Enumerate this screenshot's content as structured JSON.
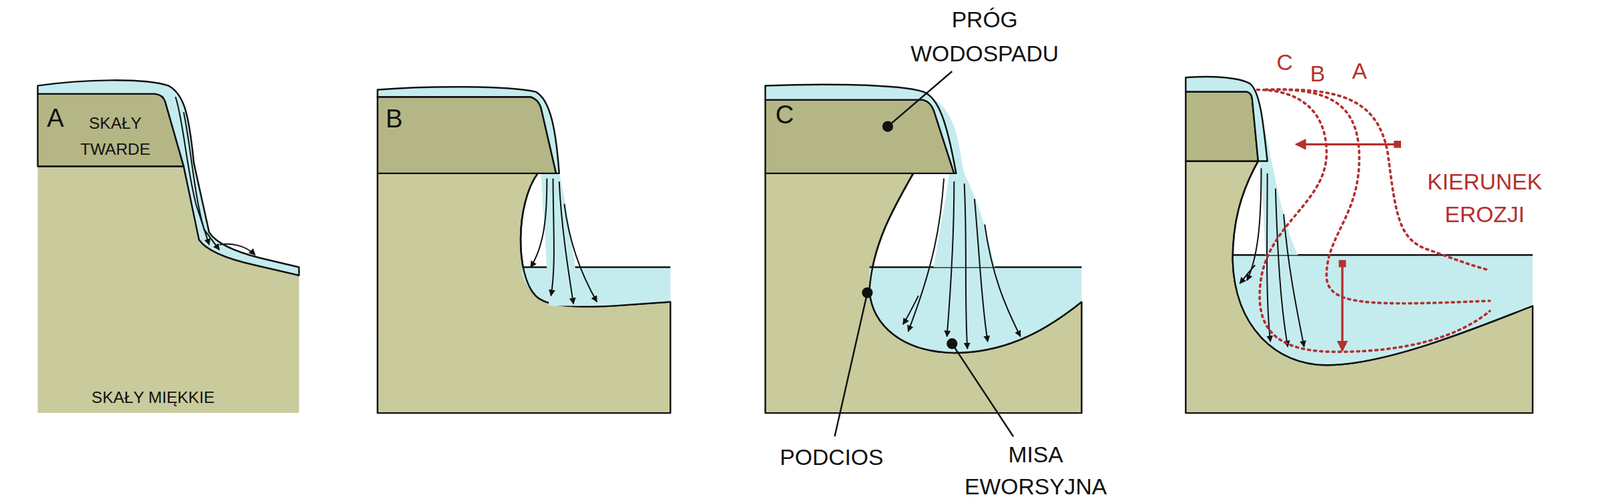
{
  "diagram": {
    "labels": [
      "A",
      "SKAŁY TWARDE",
      "SKAŁY MIĘKKIE",
      "B",
      "C",
      "PRÓG WODOSPADU",
      "PODCIOS",
      "MISA EWORSYJNA",
      "C",
      "B",
      "A",
      "KIERUNEK EROZJI"
    ]
  }
}
